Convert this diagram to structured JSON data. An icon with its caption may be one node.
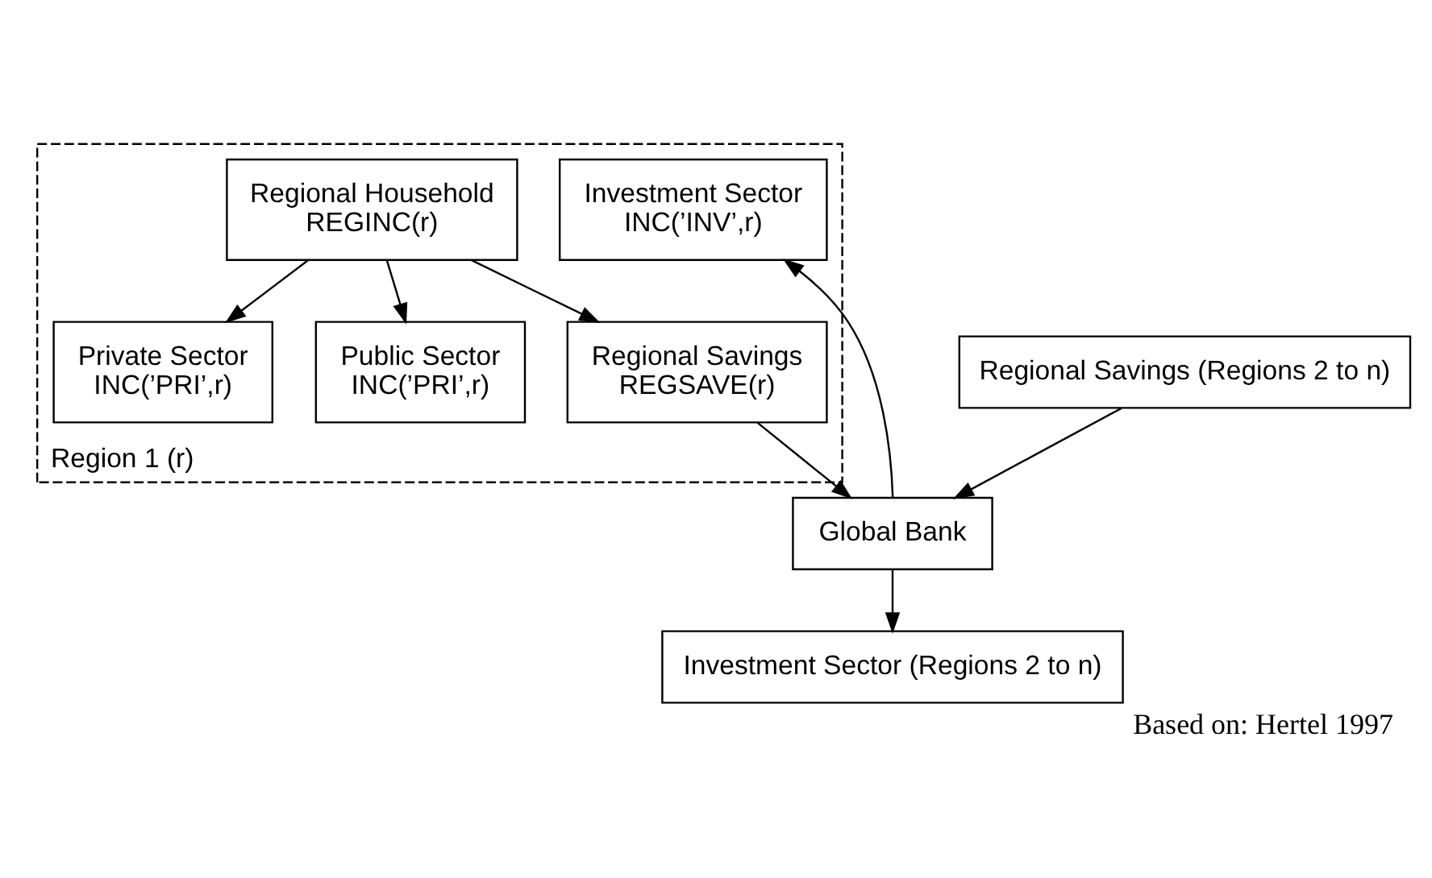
{
  "diagram": {
    "caption": "Based on: Hertel 1997",
    "nodes": [
      {
        "text": [
          "Region 1 (r)"
        ]
      },
      {
        "text": [
          "Regional Household",
          "REGINC(r)"
        ],
        "in": 0
      },
      {
        "text": [
          "Private Sector",
          "INC(’PRI’,r)"
        ],
        "in": 0
      },
      {
        "text": [
          "Public Sector",
          "INC(’PRI’,r)"
        ],
        "in": 0
      },
      {
        "text": [
          "Regional Savings",
          "REGSAVE(r)"
        ],
        "in": 0
      },
      {
        "text": [
          "Investment Sector",
          "INC(’INV’,r)"
        ],
        "in": 0
      },
      {
        "text": [
          "Regional Savings (Regions 2 to n)"
        ]
      },
      {
        "text": [
          "Global Bank"
        ]
      },
      {
        "text": [
          "Investment Sector (Regions 2 to n)"
        ]
      }
    ],
    "edges": [
      {
        "from": 1,
        "to": 2,
        "arrow": "to"
      },
      {
        "from": 1,
        "to": 3,
        "arrow": "to"
      },
      {
        "from": 1,
        "to": 4,
        "arrow": "to"
      },
      {
        "from": 4,
        "to": 7,
        "arrow": "to"
      },
      {
        "from": 6,
        "to": 7,
        "arrow": "to"
      },
      {
        "from": 7,
        "to": 5,
        "arrow": "to"
      },
      {
        "from": 7,
        "to": 8,
        "arrow": "to"
      }
    ]
  }
}
